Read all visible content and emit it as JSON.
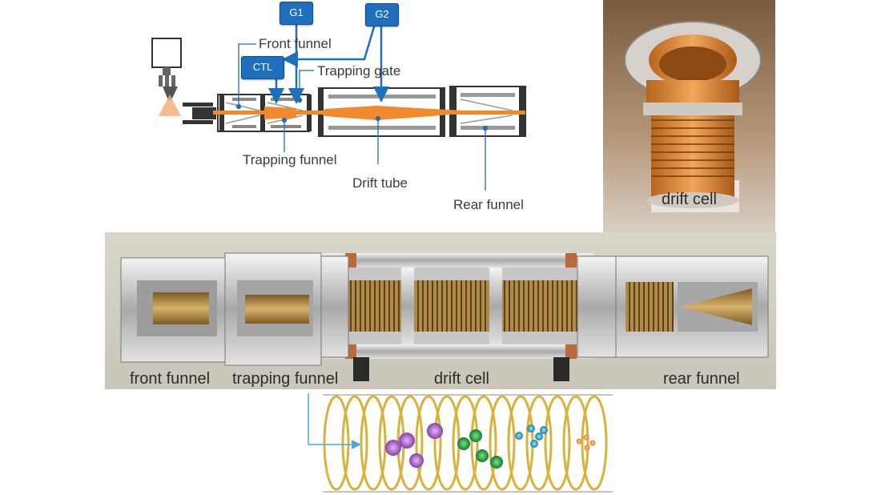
{
  "schematic": {
    "boxes": {
      "g1": "G1",
      "g2": "G2",
      "ctl": "CTL"
    },
    "labels": {
      "front_funnel": "Front funnel",
      "trapping_gate": "Trapping gate",
      "trapping_funnel": "Trapping funnel",
      "drift_tube": "Drift tube",
      "rear_funnel": "Rear funnel"
    }
  },
  "photo_right": {
    "label": "drift cell"
  },
  "photo_main": {
    "labels": {
      "front_funnel": "front funnel",
      "trapping_funnel": "trapping funnel",
      "drift_cell": "drift cell",
      "rear_funnel": "rear funnel"
    }
  },
  "colors": {
    "ion_beam": "#f08a2c",
    "control_blue": "#1f6fbd",
    "ring_gold": "#d8b23a",
    "ion_purple": "#a25bc4",
    "ion_green": "#1f9e3c",
    "ion_teal": "#1c9bc2",
    "ion_orange": "#f0a040"
  }
}
